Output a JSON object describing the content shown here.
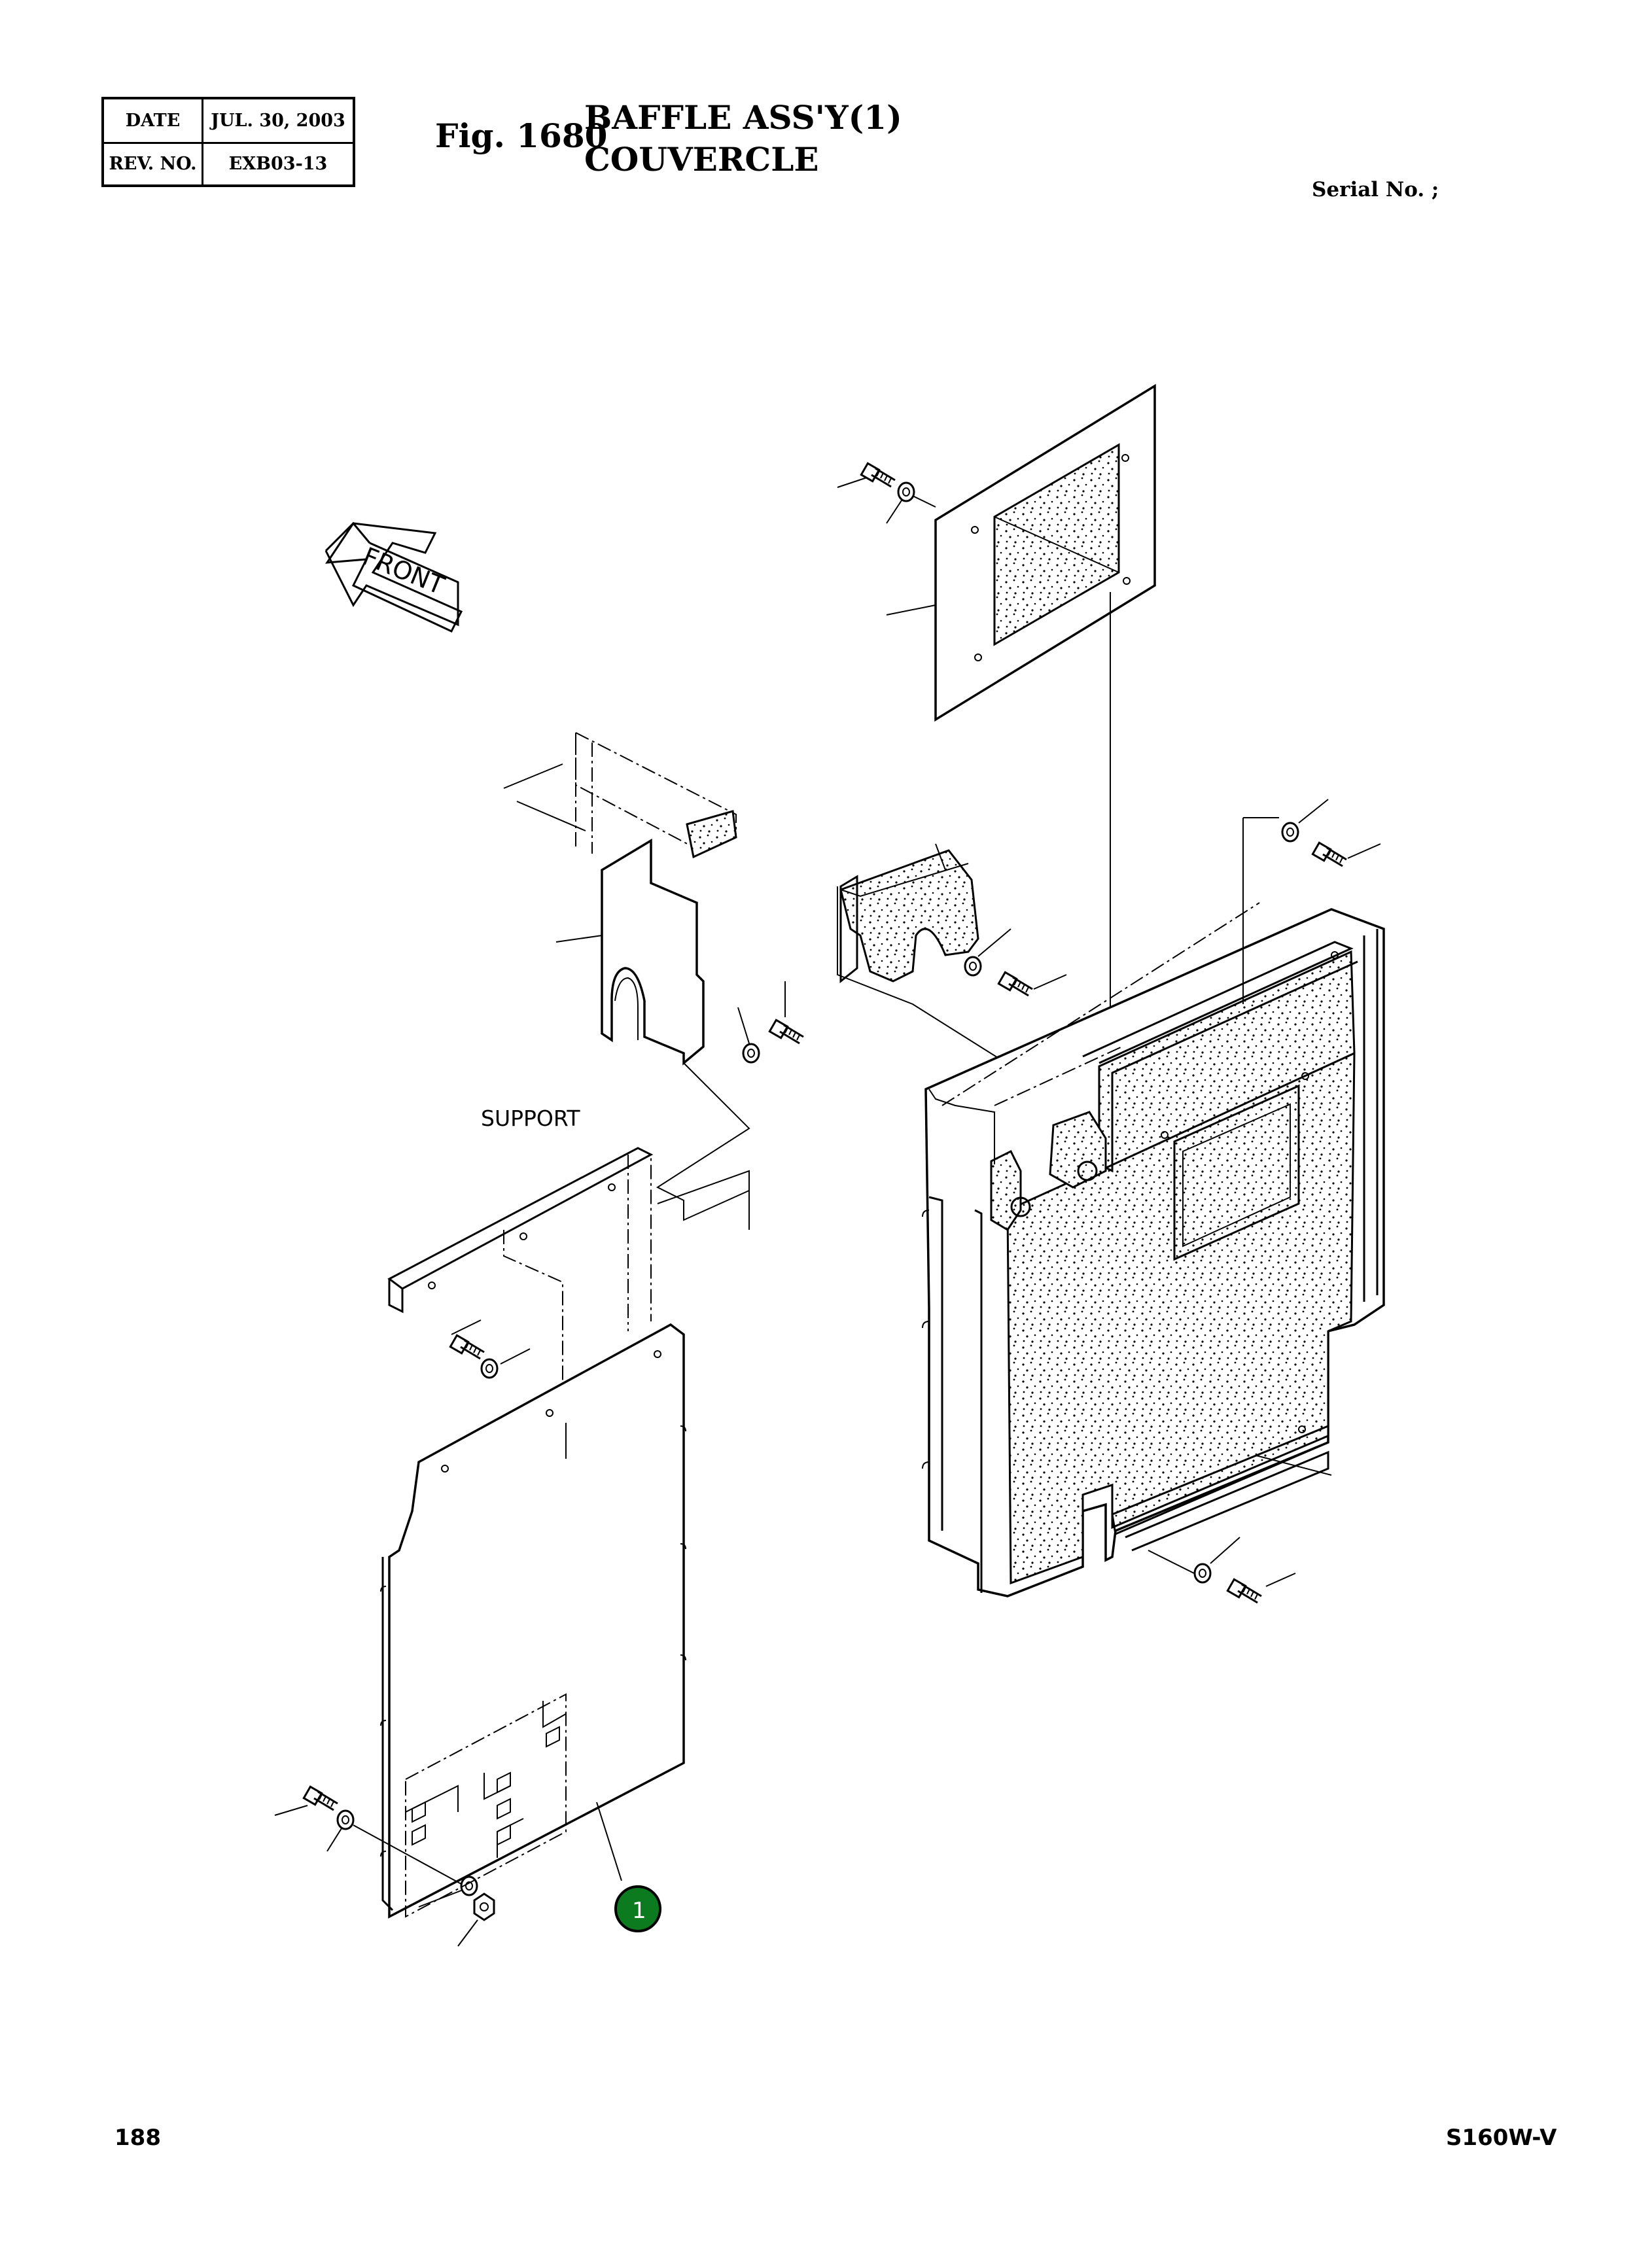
{
  "header": {
    "date_label": "DATE",
    "date_value": "JUL. 30, 2003",
    "rev_label": "REV. NO.",
    "rev_value": "EXB03-13",
    "fig_number": "Fig. 1680",
    "title_line1": "BAFFLE ASS'Y(1)",
    "title_line2": "COUVERCLE",
    "serial": "Serial No. ;"
  },
  "diagram": {
    "front_arrow_label": "FRONT",
    "support_label": "SUPPORT",
    "callout_1": "1",
    "callout_color": "#0c7a1e"
  },
  "footer": {
    "page_number": "188",
    "model": "S160W-V"
  }
}
